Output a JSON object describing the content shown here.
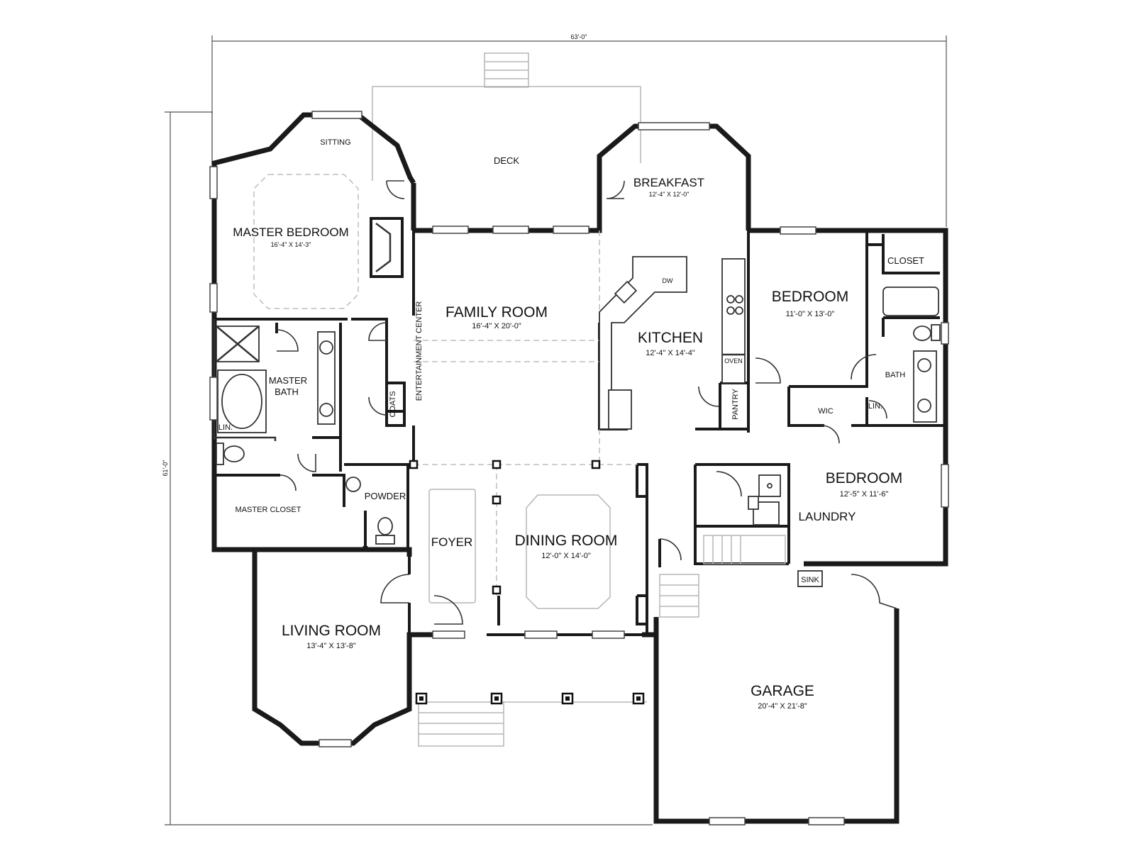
{
  "dimensions": {
    "overall_width": "63'-0\"",
    "overall_depth": "61'-0\""
  },
  "rooms": {
    "sitting": {
      "name": "SITTING"
    },
    "deck": {
      "name": "DECK"
    },
    "breakfast": {
      "name": "BREAKFAST",
      "size": "12'-4\" X 12'-0\""
    },
    "master_bedroom": {
      "name": "MASTER BEDROOM",
      "size": "16'-4\" X 14'-3\""
    },
    "family_room": {
      "name": "FAMILY ROOM",
      "size": "16'-4\" X 20'-0\""
    },
    "kitchen": {
      "name": "KITCHEN",
      "size": "12'-4\" X 14'-4\""
    },
    "bedroom_2": {
      "name": "BEDROOM",
      "size": "11'-0\" X 13'-0\""
    },
    "closet": {
      "name": "CLOSET"
    },
    "bath": {
      "name": "BATH"
    },
    "master_bath": {
      "name_line1": "MASTER",
      "name_line2": "BATH"
    },
    "lin_master": {
      "name": "LIN."
    },
    "entertainment_center": {
      "name": "ENTERTAINMENT CENTER"
    },
    "coats": {
      "name": "COATS"
    },
    "pantry": {
      "name": "PANTRY"
    },
    "oven": {
      "name": "OVEN"
    },
    "dw": {
      "name": "DW"
    },
    "wic": {
      "name": "WIC"
    },
    "lin_bed": {
      "name": "LIN."
    },
    "powder": {
      "name": "POWDER"
    },
    "master_closet": {
      "name": "MASTER CLOSET"
    },
    "foyer": {
      "name": "FOYER"
    },
    "dining_room": {
      "name": "DINING ROOM",
      "size": "12'-0\" X 14'-0\""
    },
    "bedroom_3": {
      "name": "BEDROOM",
      "size": "12'-5\" X 11'-6\""
    },
    "laundry": {
      "name": "LAUNDRY"
    },
    "sink": {
      "name": "SINK"
    },
    "living_room": {
      "name": "LIVING ROOM",
      "size": "13'-4\" X 13'-8\""
    },
    "garage": {
      "name": "GARAGE",
      "size": "20'-4\" X 21'-8\""
    }
  }
}
